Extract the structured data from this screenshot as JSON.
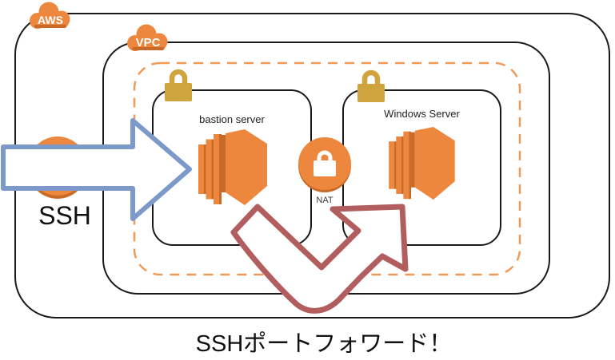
{
  "diagram": {
    "aws_label": "AWS",
    "vpc_label": "VPC",
    "bastion_label": "bastion server",
    "windows_label": "Windows Server",
    "nat_label": "NAT",
    "ssh_label": "SSH",
    "caption": "SSHポートフォワード！"
  },
  "colors": {
    "orange": "#ED873D",
    "orange_dark": "#C96A28",
    "orange_dashed": "#F19A58",
    "gold": "#CFA43D",
    "blue_arrow": "#7D99CA",
    "red_arrow": "#B35E5E",
    "line": "#1A1A1A",
    "text": "#222222"
  }
}
